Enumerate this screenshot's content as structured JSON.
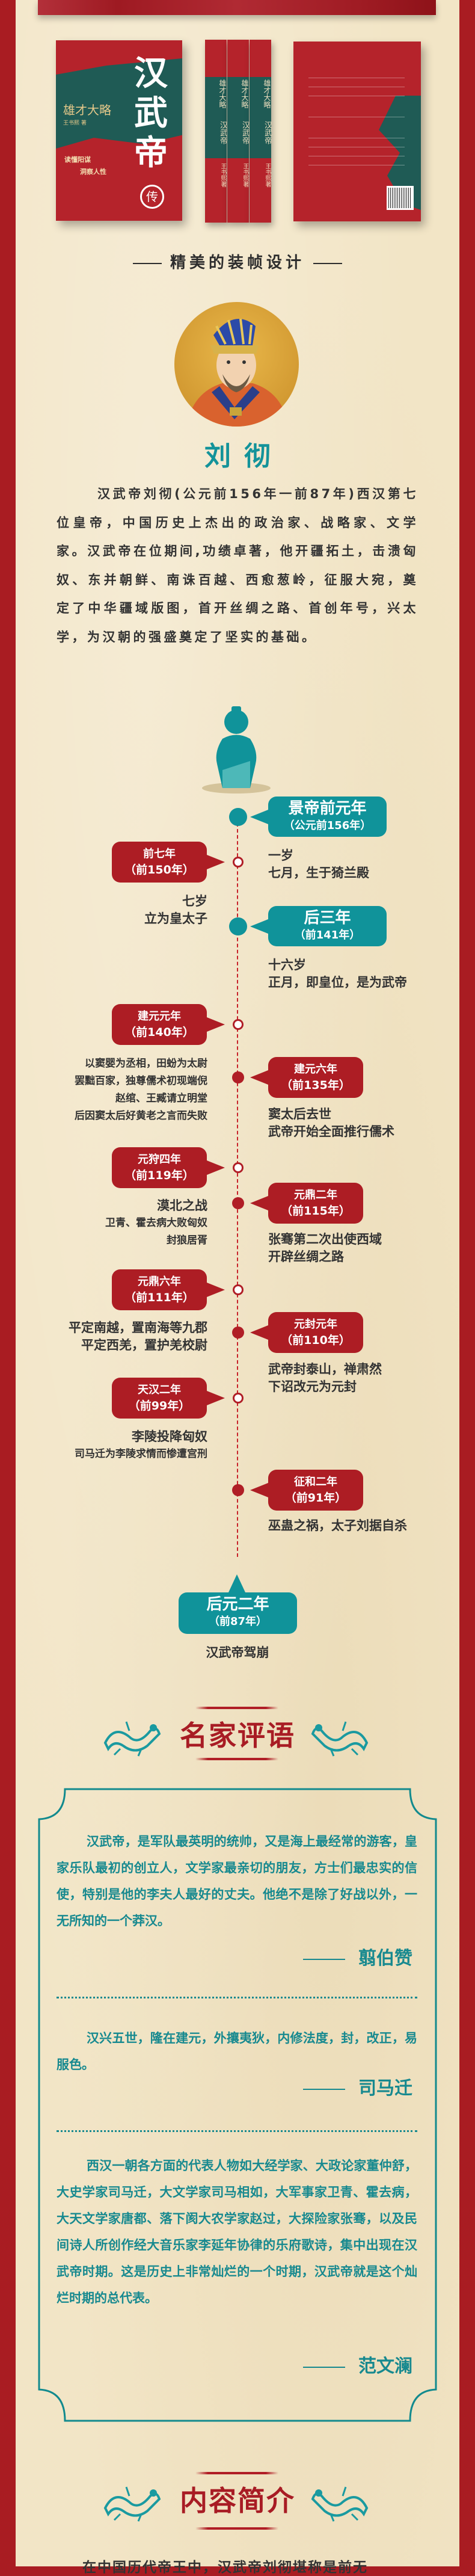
{
  "books": {
    "front_title": "汉武帝",
    "front_subtitle": "雄才大略",
    "author": "王书熙 著",
    "slogan_1": "读懂阳谋",
    "slogan_2": "洞察人性",
    "seal": "传",
    "spine_subtitle": "雄才大略",
    "spine_title": "汉武帝",
    "spine_author": "王书熙著"
  },
  "design_section": {
    "title": "精美的装帧设计"
  },
  "profile": {
    "name": "刘彻",
    "bio": "汉武帝刘彻(公元前156年一前87年)西汉第七位皇帝，中国历史上杰出的政治家、战略家、文学家。汉武帝在位期间,功绩卓著，他开疆拓土，击溃匈奴、东并朝鲜、南诛百越、西愈葱岭，征服大宛，奠定了中华疆域版图，首开丝绸之路、首创年号，兴太学，为汉朝的强盛奠定了坚实的基础。"
  },
  "timeline": {
    "events": [
      {
        "side": "right",
        "color": "teal",
        "title": "景帝前元年",
        "sub": "（公元前156年）",
        "lines": [
          "一岁",
          "七月，生于猗兰殿"
        ]
      },
      {
        "side": "left",
        "color": "red",
        "title": "前七年",
        "sub": "（前150年）",
        "lines": [
          "七岁",
          "立为皇太子"
        ]
      },
      {
        "side": "right",
        "color": "teal",
        "title": "后三年",
        "sub": "（前141年）",
        "lines": [
          "十六岁",
          "正月，即皇位，是为武帝"
        ]
      },
      {
        "side": "left",
        "color": "red",
        "title": "建元元年",
        "sub": "（前140年）",
        "lines": [
          "以窦婴为丞相，田蚡为太尉",
          "罢黜百家，独尊儒术初现端倪",
          "赵绾、王臧请立明堂",
          "后因窦太后好黄老之言而失败"
        ]
      },
      {
        "side": "right",
        "color": "red",
        "title": "建元六年",
        "sub": "（前135年）",
        "lines": [
          "窦太后去世",
          "武帝开始全面推行儒术"
        ]
      },
      {
        "side": "left",
        "color": "red",
        "title": "元狩四年",
        "sub": "（前119年）",
        "lines": [
          "漠北之战",
          "卫青、霍去病大败匈奴",
          "封狼居胥"
        ]
      },
      {
        "side": "right",
        "color": "red",
        "title": "元鼎二年",
        "sub": "（前115年）",
        "lines": [
          "张骞第二次出使西域",
          "开辟丝绸之路"
        ]
      },
      {
        "side": "left",
        "color": "red",
        "title": "元鼎六年",
        "sub": "（前111年）",
        "lines": [
          "平定南越，置南海等九郡",
          "平定西羌，置护羌校尉"
        ]
      },
      {
        "side": "right",
        "color": "red",
        "title": "元封元年",
        "sub": "（前110年）",
        "lines": [
          "武帝封泰山，禅肃然",
          "下诏改元为元封"
        ]
      },
      {
        "side": "left",
        "color": "red",
        "title": "天汉二年",
        "sub": "（前99年）",
        "lines": [
          "李陵投降匈奴",
          "司马迁为李陵求情而惨遭宫刑"
        ]
      },
      {
        "side": "right",
        "color": "red",
        "title": "征和二年",
        "sub": "（前91年）",
        "lines": [
          "巫蛊之祸，太子刘据自杀"
        ]
      }
    ],
    "final": {
      "title": "后元二年",
      "sub": "（前87年）",
      "text": "汉武帝驾崩"
    }
  },
  "reviews": {
    "title": "名家评语",
    "quotes": [
      {
        "text": "汉武帝，是军队最英明的统帅，又是海上最经常的游客，皇家乐队最初的创立人，文学家最亲切的朋友，方士们最忠实的信使，特别是他的李夫人最好的丈夫。他绝不是除了好战以外，一无所知的一个莽汉。",
        "author": "翦伯赞"
      },
      {
        "text": "汉兴五世，隆在建元，外攘夷狄，内修法度，封，改正，易服色。",
        "author": "司马迁"
      },
      {
        "text": "西汉一朝各方面的代表人物如大经学家、大政论家董仲舒，大史学家司马迁，大文学家司马相如，大军事家卫青、霍去病，大天文学家唐都、落下阂大农学家赵过，大探险家张骞，以及民间诗人所创作经大音乐家李延年协律的乐府歌诗，集中出现在汉武帝时期。这是历史上非常灿烂的一个时期，汉武帝就是这个灿烂时期的总代表。",
        "author": "范文澜"
      }
    ]
  },
  "intro": {
    "title": "内容简介",
    "first_line": "在中国历代帝王中，汉武帝刘彻堪称是前无"
  },
  "colors": {
    "red": "#a91c22",
    "teal": "#10939a",
    "paper": "#f2e5c6",
    "text": "#333333"
  }
}
